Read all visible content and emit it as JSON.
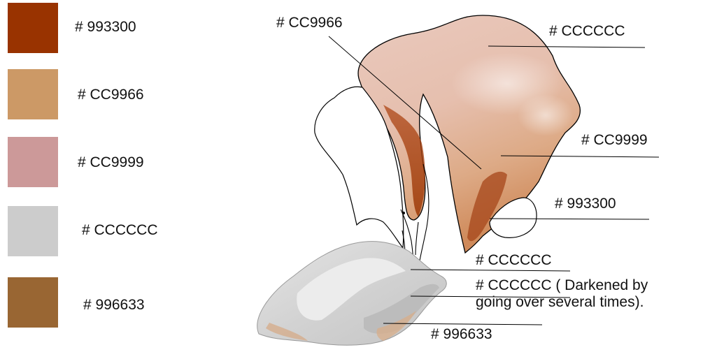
{
  "palette": [
    {
      "label": "# 993300",
      "color": "#993300"
    },
    {
      "label": "# CC9966",
      "color": "#CC9966"
    },
    {
      "label": "# CC9999",
      "color": "#CC9999"
    },
    {
      "label": "# CCCCCC",
      "color": "#CCCCCC"
    },
    {
      "label": "# 996633",
      "color": "#996633"
    }
  ],
  "callouts": {
    "cc9966_top": "# CC9966",
    "cccccc_top": "# CCCCCC",
    "cc9999_right": "# CC9999",
    "c993300_right": "# 993300",
    "cccccc_mid": "# CCCCCC",
    "cccccc_dark_line1": "# CCCCCC ( Darkened by",
    "cccccc_dark_line2": "going over several times).",
    "c996633_bottom": "# 996633"
  },
  "illustration": {
    "subject": "flower-petal-drawing",
    "outline_color": "#000000"
  }
}
